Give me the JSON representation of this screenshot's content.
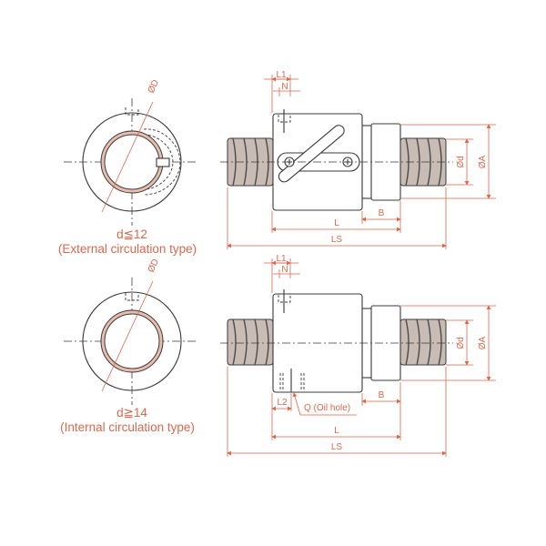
{
  "external_view": {
    "condition": "d≦12",
    "caption": "(External circulation type)",
    "labels": {
      "diameter_D": "ØD",
      "L1": "L1",
      "N": "N",
      "d": "Ød",
      "A": "ØA",
      "B": "B",
      "L": "L",
      "LS": "LS"
    }
  },
  "internal_view": {
    "condition": "d≧14",
    "caption": "(Internal circulation type)",
    "labels": {
      "diameter_D": "ØD",
      "L1": "L1",
      "N": "N",
      "d": "Ød",
      "A": "ØA",
      "B": "B",
      "L": "L",
      "LS": "LS",
      "L2": "L2",
      "Q": "Q  (Oil hole)"
    }
  },
  "colors": {
    "dimension": "#d9694d",
    "outline": "#3a3a3a",
    "shaft": "#c9bcb5"
  }
}
